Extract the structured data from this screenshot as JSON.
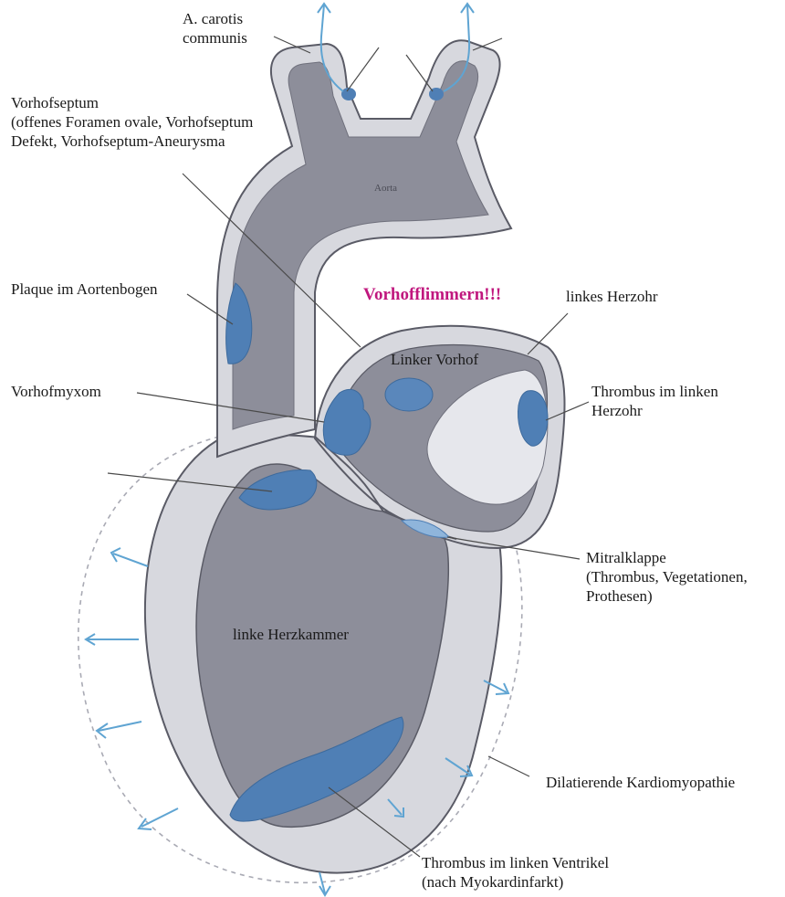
{
  "colors": {
    "wall": "#d7d8de",
    "wall_stroke": "#5a5b66",
    "cavity": "#8d8e9a",
    "cavity_dark": "#6f707c",
    "thrombus": "#4f7fb5",
    "thrombus_light": "#8fb5db",
    "arrow": "#5fa4d2",
    "leader": "#4a4a4a",
    "alert": "#c0177e"
  },
  "labels": {
    "carotis": [
      "A. carotis",
      "communis"
    ],
    "vorhofseptum": [
      "Vorhofseptum",
      "(offenes Foramen ovale, Vorhofseptum",
      "Defekt, Vorhofseptum-Aneurysma"
    ],
    "plaque": "Plaque im Aortenbogen",
    "myxom": "Vorhofmyxom",
    "herzohr": "linkes Herzohr",
    "thrombus_herzohr": [
      "Thrombus im linken",
      "Herzohr"
    ],
    "mitral": [
      "Mitralklappe",
      "(Thrombus, Vegetationen,",
      "Prothesen)"
    ],
    "dcm": "Dilatierende Kardiomyopathie",
    "thrombus_ventrikel": [
      "Thrombus im linken Ventrikel",
      "(nach Myokardinfarkt)"
    ]
  },
  "inner_labels": {
    "aorta": "Aorta",
    "linker_vorhof": "Linker Vorhof",
    "herzkammer": "linke Herzkammer"
  },
  "alert": "Vorhofflimmern!!!"
}
